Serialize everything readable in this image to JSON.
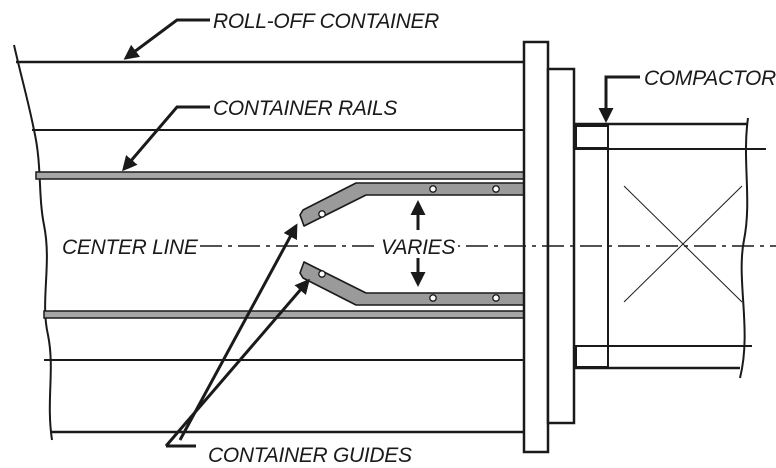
{
  "labels": {
    "roll_off_container": "ROLL-OFF CONTAINER",
    "compactor": "COMPACTOR",
    "container_rails": "CONTAINER RAILS",
    "center_line": "CENTER LINE",
    "varies": "VARIES",
    "container_guides": "CONTAINER GUIDES"
  },
  "colors": {
    "line": "#1a1a1a",
    "rail_fill": "#a6a6a6",
    "guide_fill": "#9a9a9a",
    "background": "#ffffff"
  }
}
